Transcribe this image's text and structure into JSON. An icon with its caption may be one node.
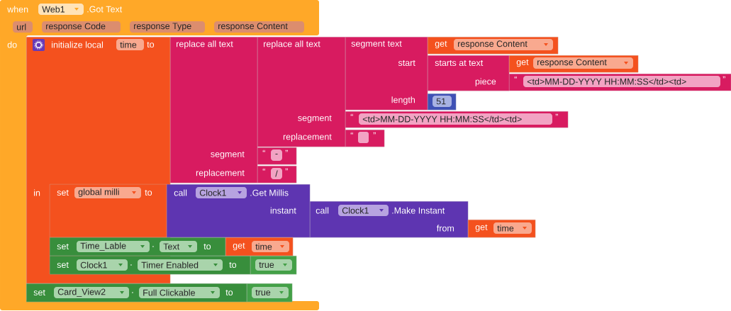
{
  "diagram": {
    "nodes": [
      {
        "text": [
          "when",
          "Web1",
          ".Got Text",
          "url",
          "response Code",
          "response Type",
          "response Content",
          "do"
        ]
      },
      {
        "text": [
          "initialize local",
          "time",
          "to",
          "in"
        ]
      },
      {
        "text": [
          "replace all text",
          "segment",
          "replacement"
        ]
      },
      {
        "text": [
          "replace all text",
          "segment",
          "replacement"
        ]
      },
      {
        "text": [
          "segment text",
          "start",
          "length"
        ]
      },
      {
        "text": [
          "get",
          "response Content"
        ]
      },
      {
        "text": [
          "starts at text",
          "piece"
        ]
      },
      {
        "text": [
          "get",
          "response Content"
        ]
      },
      {
        "text": [
          "“",
          "<td>MM-DD-YYYY HH:MM:SS</td><td>",
          "”"
        ]
      },
      {
        "text": [
          "51"
        ]
      },
      {
        "text": [
          "“",
          "<td>MM-DD-YYYY HH:MM:SS</td><td>",
          "”"
        ]
      },
      {
        "text": [
          "“",
          "”"
        ]
      },
      {
        "text": [
          "“",
          "-",
          "”"
        ]
      },
      {
        "text": [
          "“",
          "/",
          "”"
        ]
      },
      {
        "text": [
          "set",
          "global milli",
          "to"
        ],
        "in": 1
      },
      {
        "text": [
          "call",
          "Clock1",
          ".Get Millis",
          "instant"
        ]
      },
      {
        "text": [
          "call",
          "Clock1",
          ".Make Instant",
          "from"
        ]
      },
      {
        "text": [
          "get",
          "time"
        ]
      },
      {
        "text": [
          "set",
          "Time_Lable",
          ".",
          "Text",
          "to"
        ]
      },
      {
        "text": [
          "get",
          "time"
        ]
      },
      {
        "text": [
          "set",
          "Clock1",
          ".",
          "Timer Enabled",
          "to"
        ]
      },
      {
        "text": [
          "true"
        ]
      },
      {
        "text": [
          "set",
          "Card_View2",
          ".",
          "Full Clickable",
          "to"
        ]
      },
      {
        "text": [
          "true"
        ]
      }
    ]
  }
}
